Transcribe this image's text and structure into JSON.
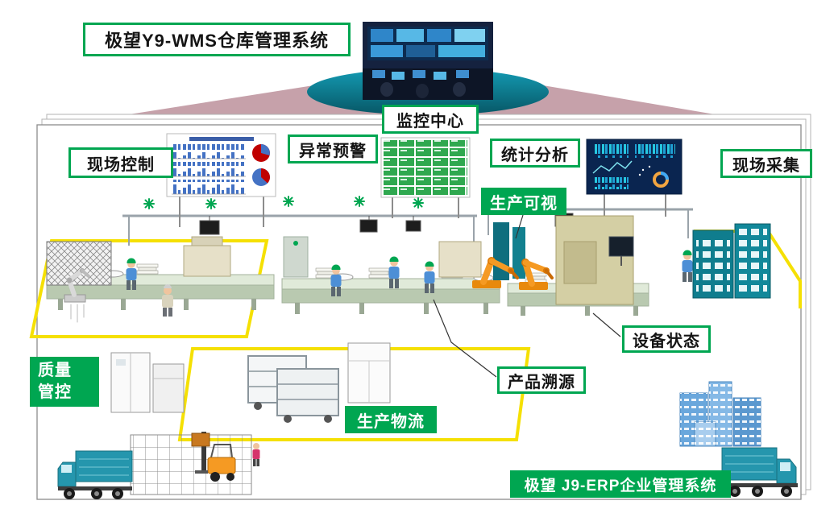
{
  "systems": {
    "wms": "极望Y9-WMS仓库管理系统",
    "erp": "极望 J9-ERP企业管理系统"
  },
  "functions": {
    "monitor_center": "监控中心",
    "field_control": "现场控制",
    "anomaly_warning": "异常预警",
    "statistics": "统计分析",
    "field_collection": "现场采集",
    "production_visual": "生产可视",
    "equipment_status": "设备状态",
    "product_trace": "产品溯源",
    "production_logistics": "生产物流",
    "quality_line1": "质量",
    "quality_line2": "管控"
  },
  "colors": {
    "brand_green": "#00a651",
    "podium_teal": "#0c7f93",
    "funnel_pink": "#c6a1aa",
    "floor_line_yellow": "#f5e003",
    "dashboard_navy": "#0a2550"
  },
  "icons": [
    "control-room-photo",
    "bar-pie-chart-board",
    "green-status-grid-board",
    "dark-kpi-dashboard",
    "wireless-sensor-icon",
    "overhead-monitor-icon",
    "conveyor-line",
    "orange-robot-arm-icon",
    "white-robot-arm-icon",
    "worker-figure",
    "storage-rack-icon",
    "mesh-basket-icon",
    "wire-cart-icon",
    "cabinet-machine-icon",
    "pallet-rack-grid",
    "forklift-icon",
    "truck-icon",
    "office-buildings-icon",
    "yellow-floor-path"
  ]
}
